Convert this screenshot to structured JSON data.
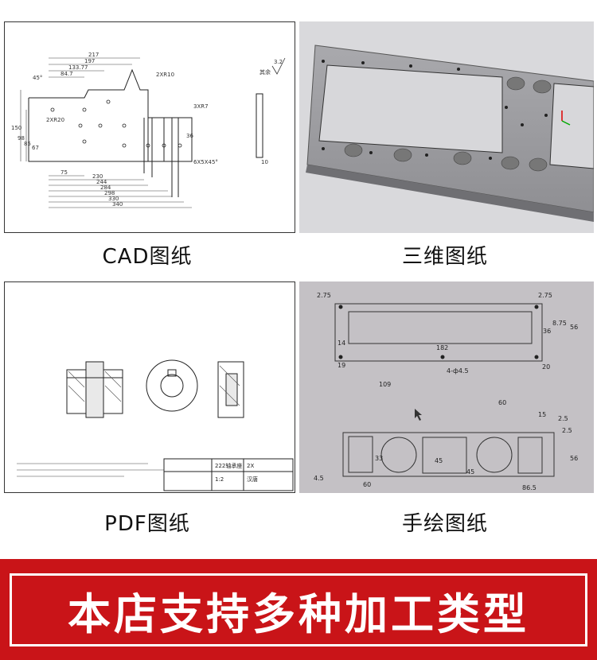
{
  "panels": [
    {
      "caption": "CAD图纸",
      "type": "cad-drawing"
    },
    {
      "caption": "三维图纸",
      "type": "3d-model"
    },
    {
      "caption": "PDF图纸",
      "type": "pdf-drawing"
    },
    {
      "caption": "手绘图纸",
      "type": "hand-drawing"
    }
  ],
  "cad": {
    "dims_top": [
      "217",
      "197",
      "133.77",
      "84.7"
    ],
    "dims_bottom": [
      "75",
      "230",
      "244",
      "284",
      "298",
      "330",
      "340"
    ],
    "dims_left": [
      "150",
      "98",
      "85",
      "67"
    ],
    "callouts": [
      "2XR10",
      "3XR7",
      "6X5X45°",
      "2XR20",
      "45°"
    ],
    "roughness": "3.2",
    "right_dim": "36",
    "side_dim": "10",
    "note": "其余"
  },
  "hand": {
    "top_dims": [
      "2.75",
      "2.75",
      "36",
      "8.75",
      "56",
      "20",
      "19",
      "14",
      "182",
      "109",
      "4-ф4.5"
    ],
    "bottom_dims": [
      "60",
      "15",
      "2.5",
      "33",
      "45",
      "45",
      "56",
      "60",
      "86.5",
      "4.5",
      "2.5"
    ]
  },
  "pdf": {
    "title_block": [
      "222轴承座",
      "2X",
      "1:2",
      "汉唐"
    ]
  },
  "banner": {
    "text": "本店支持多种加工类型",
    "bg_color": "#c91418"
  }
}
